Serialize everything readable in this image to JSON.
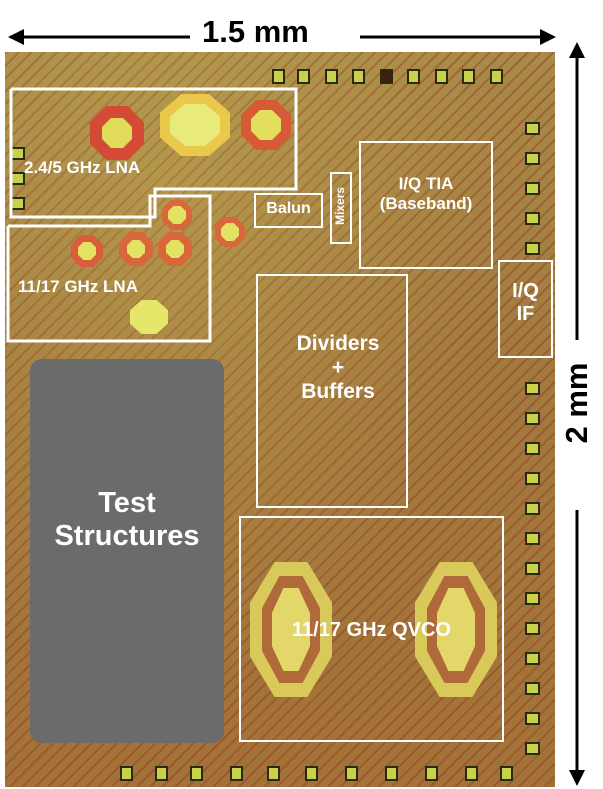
{
  "dimensions": {
    "width_label": "1.5 mm",
    "height_label": "2 mm"
  },
  "blocks": [
    {
      "id": "lna-2g5g",
      "label": "2.4/5 GHz LNA"
    },
    {
      "id": "lna-11g17g",
      "label": "11/17 GHz LNA"
    },
    {
      "id": "balun",
      "label": "Balun"
    },
    {
      "id": "mixers",
      "label": "Mixers"
    },
    {
      "id": "iq-tia",
      "label": "I/Q TIA\n(Baseband)"
    },
    {
      "id": "iq-if",
      "label": "I/Q\nIF"
    },
    {
      "id": "dividers",
      "label": "Dividers\n+\nBuffers"
    },
    {
      "id": "qvco",
      "label": "11/17 GHz QVCO"
    },
    {
      "id": "test",
      "label": "Test\nStructures"
    }
  ],
  "colors": {
    "die": "#a37a40",
    "outline": "#ffffff",
    "test_structures": "#6b6b6b",
    "pad": "#c9d04a"
  }
}
